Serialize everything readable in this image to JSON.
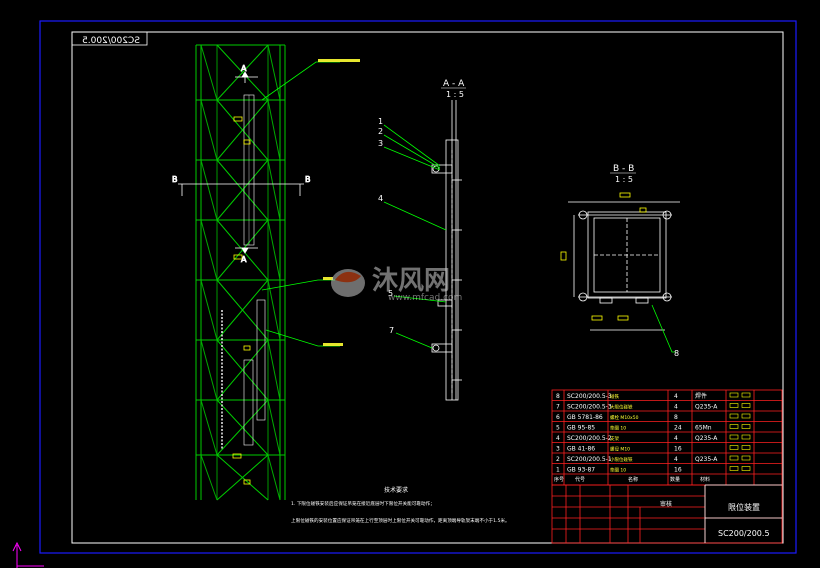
{
  "colors": {
    "background": "#000000",
    "outer_frame": "#1a1aff",
    "inner_frame": "#ffffff",
    "structure": "#00cc00",
    "table_lines": "#ff2020",
    "text": "#ffffff",
    "dim_text": "#ffff33",
    "leader": "#00ff00",
    "label_yellow": "#ffff00",
    "accent_cyan": "#00c8c8",
    "ucs": "#ff00ff"
  },
  "drawing": {
    "code_stamp_mirrored": "SC200/200.5",
    "section_aa_title": "A - A",
    "section_aa_scale": "1 : 5",
    "section_bb_title": "B - B",
    "section_bb_scale": "1 : 5",
    "cut_label_a": "A",
    "cut_label_b": "B",
    "callouts_aa": [
      "1",
      "2",
      "3",
      "4",
      "5",
      "7"
    ],
    "callout_bb": "8",
    "notes_title": "技术要求",
    "note_1": "1. 下限位碰铁安装后应保证吊笼在接近底层时下限位开关能可靠动作；",
    "note_2": "上限位碰铁的安装位置应保证吊笼在上行至顶层时上限位开关可靠动作，距离顶端导轨架末端不小于1.5米。"
  },
  "watermark": {
    "brand_cn": "沐风网",
    "url": "www.mfcad.com"
  },
  "bom": {
    "rows": [
      {
        "no": "8",
        "code": "SC200/200.5-3",
        "name": "碰铁",
        "qty": "4",
        "material": "焊件"
      },
      {
        "no": "7",
        "code": "SC200/200.5-3",
        "name": "大限位碰铁",
        "qty": "4",
        "material": "Q235-A"
      },
      {
        "no": "6",
        "code": "GB 5781-86",
        "name": "螺栓 M10x50",
        "qty": "8",
        "material": ""
      },
      {
        "no": "5",
        "code": "GB 95-85",
        "name": "垫圈 10",
        "qty": "24",
        "material": "65Mn"
      },
      {
        "no": "4",
        "code": "SC200/200.5-2",
        "name": "支架",
        "qty": "4",
        "material": "Q235-A"
      },
      {
        "no": "3",
        "code": "GB 41-86",
        "name": "螺母 M10",
        "qty": "16",
        "material": ""
      },
      {
        "no": "2",
        "code": "SC200/200.5-1",
        "name": "小限位碰铁",
        "qty": "4",
        "material": "Q235-A"
      },
      {
        "no": "1",
        "code": "GB 93-87",
        "name": "垫圈 10",
        "qty": "16",
        "material": ""
      }
    ],
    "header": {
      "no": "序号",
      "code": "代号",
      "name": "名称",
      "qty": "数量",
      "material": "材料"
    }
  },
  "title_block": {
    "title": "限位装置",
    "drawing_no": "SC200/200.5",
    "center_label": "审核"
  }
}
